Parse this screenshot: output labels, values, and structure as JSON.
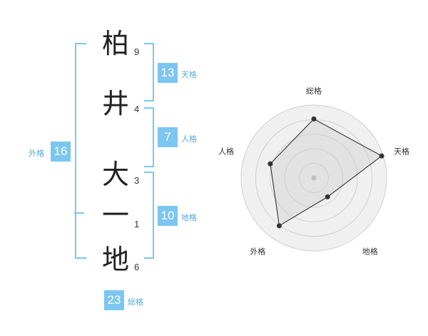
{
  "name": [
    {
      "char": "柏",
      "strokes": "9"
    },
    {
      "char": "井",
      "strokes": "4"
    },
    {
      "char": "大",
      "strokes": "3"
    },
    {
      "char": "一",
      "strokes": "1"
    },
    {
      "char": "地",
      "strokes": "6"
    }
  ],
  "kaku": {
    "tenkaku": {
      "value": "13",
      "label": "天格"
    },
    "jinkaku": {
      "value": "7",
      "label": "人格"
    },
    "chikaku": {
      "value": "10",
      "label": "地格"
    },
    "gaikaku": {
      "value": "16",
      "label": "外格"
    },
    "soukaku": {
      "value": "23",
      "label": "総格"
    }
  },
  "radar": {
    "axes": [
      "総格",
      "天格",
      "地格",
      "外格",
      "人格"
    ],
    "values": [
      4.05,
      4.9,
      1.6,
      4.05,
      3.15
    ],
    "max": 5,
    "rings": 5,
    "colors": {
      "fill": "#f0f0f0",
      "ring": "#d0d0d0",
      "line": "#222222",
      "point": "#333333",
      "center": "#bbbbbb"
    }
  },
  "colors": {
    "accent": "#7cc6ef"
  }
}
